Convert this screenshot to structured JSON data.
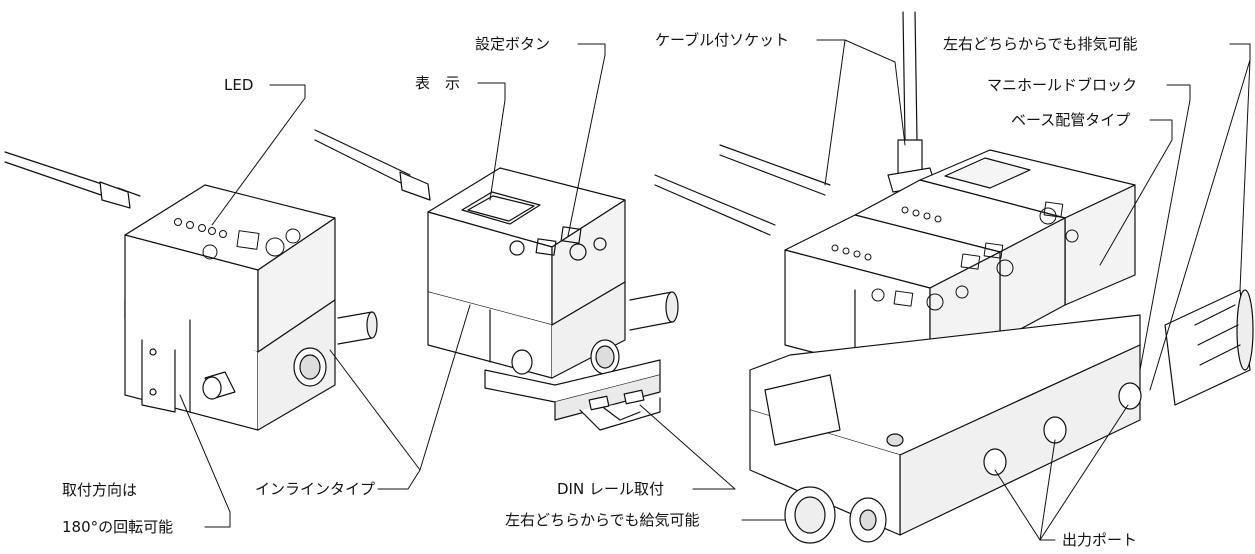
{
  "labels": {
    "led": "LED",
    "display": "表　示",
    "setting_button": "設定ボタン",
    "cable_socket": "ケーブル付ソケット",
    "exhaust_either_side": "左右どちらからでも排気可能",
    "manifold_block": "マニホールドブロック",
    "base_piping_type": "ベース配管タイプ",
    "mounting_direction_line1": "取付方向は",
    "mounting_direction_line2": "180°の回転可能",
    "inline_type": "インラインタイプ",
    "din_rail_mount": "DIN レール取付",
    "supply_either_side": "左右どちらからでも給気可能",
    "output_port": "出力ポート"
  },
  "colors": {
    "line": "#111111",
    "body_face": "#ffffff",
    "body_shade": "#e9e9e9",
    "accent_shade": "#cfcfcf"
  }
}
